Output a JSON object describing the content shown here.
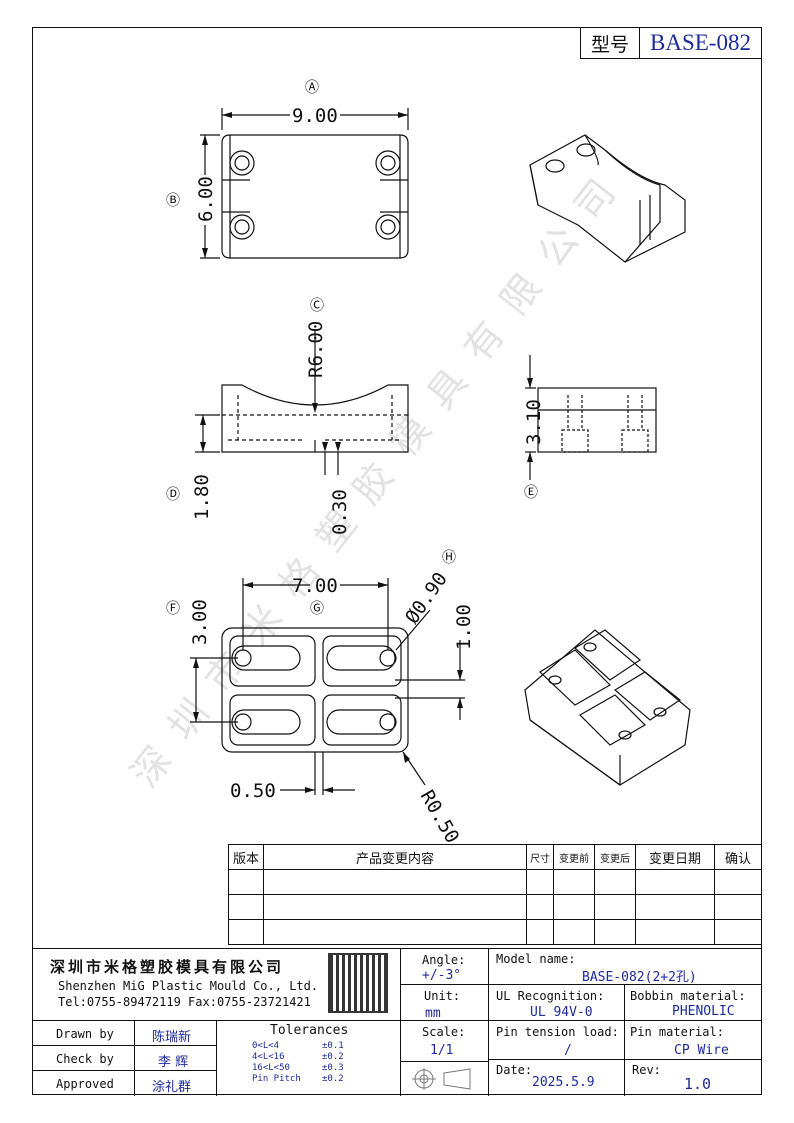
{
  "model_box": {
    "key": "型号",
    "value": "BASE-082"
  },
  "watermark": "深圳市米格塑胶模具有限公司",
  "dims": {
    "A": "Ⓐ",
    "B": "Ⓑ",
    "C": "Ⓒ",
    "D": "Ⓓ",
    "E": "Ⓔ",
    "F": "Ⓕ",
    "G": "Ⓖ",
    "H": "Ⓗ",
    "width": "9.00",
    "depth": "6.00",
    "radius": "R6.00",
    "base_h": "1.80",
    "slot": "0.30",
    "height": "3.10",
    "pitch": "7.00",
    "hole": "Ø0.90",
    "offset": "1.00",
    "row": "3.00",
    "gap": "0.50",
    "corner": "R0.50"
  },
  "revision": {
    "headers": [
      "版本",
      "产品变更内容",
      "尺寸",
      "变更前",
      "变更后",
      "变更日期",
      "确认"
    ],
    "rows": [
      [
        "",
        "",
        "",
        "",
        "",
        "",
        ""
      ],
      [
        "",
        "",
        "",
        "",
        "",
        "",
        ""
      ],
      [
        "",
        "",
        "",
        "",
        "",
        "",
        ""
      ]
    ]
  },
  "title_block": {
    "company_cn": "深圳市米格塑胶模具有限公司",
    "company_en": "Shenzhen MiG Plastic Mould Co., Ltd.",
    "contact": "Tel:0755-89472119   Fax:0755-23721421",
    "angle_label": "Angle:",
    "angle": "+/-3°",
    "unit_label": "Unit:",
    "unit": "mm",
    "scale_label": "Scale:",
    "scale": "1/1",
    "model_label": "Model name:",
    "model": "BASE-082(2+2孔)",
    "ul_label": "UL Recognition:",
    "ul": "UL 94V-0",
    "bobbin_label": "Bobbin material:",
    "bobbin": "PHENOLIC",
    "tension_label": "Pin tension load:",
    "tension": "/",
    "pin_label": "Pin material:",
    "pin": "CP Wire",
    "date_label": "Date:",
    "date": "2025.5.9",
    "rev_label": "Rev:",
    "rev": "1.0",
    "drawn_label": "Drawn by",
    "drawn": "陈瑞新",
    "check_label": "Check by",
    "check": "李 辉",
    "approved_label": "Approved",
    "approved": "涂礼群",
    "tol_title": "Tolerances",
    "tolerances": [
      {
        "range": "0<L<4",
        "tol": "±0.1"
      },
      {
        "range": "4<L<16",
        "tol": "±0.2"
      },
      {
        "range": "16<L<50",
        "tol": "±0.3"
      },
      {
        "range": "Pin Pitch",
        "tol": "±0.2"
      }
    ]
  },
  "icons": [
    "qr-code-icon",
    "projection-symbol-icon"
  ]
}
